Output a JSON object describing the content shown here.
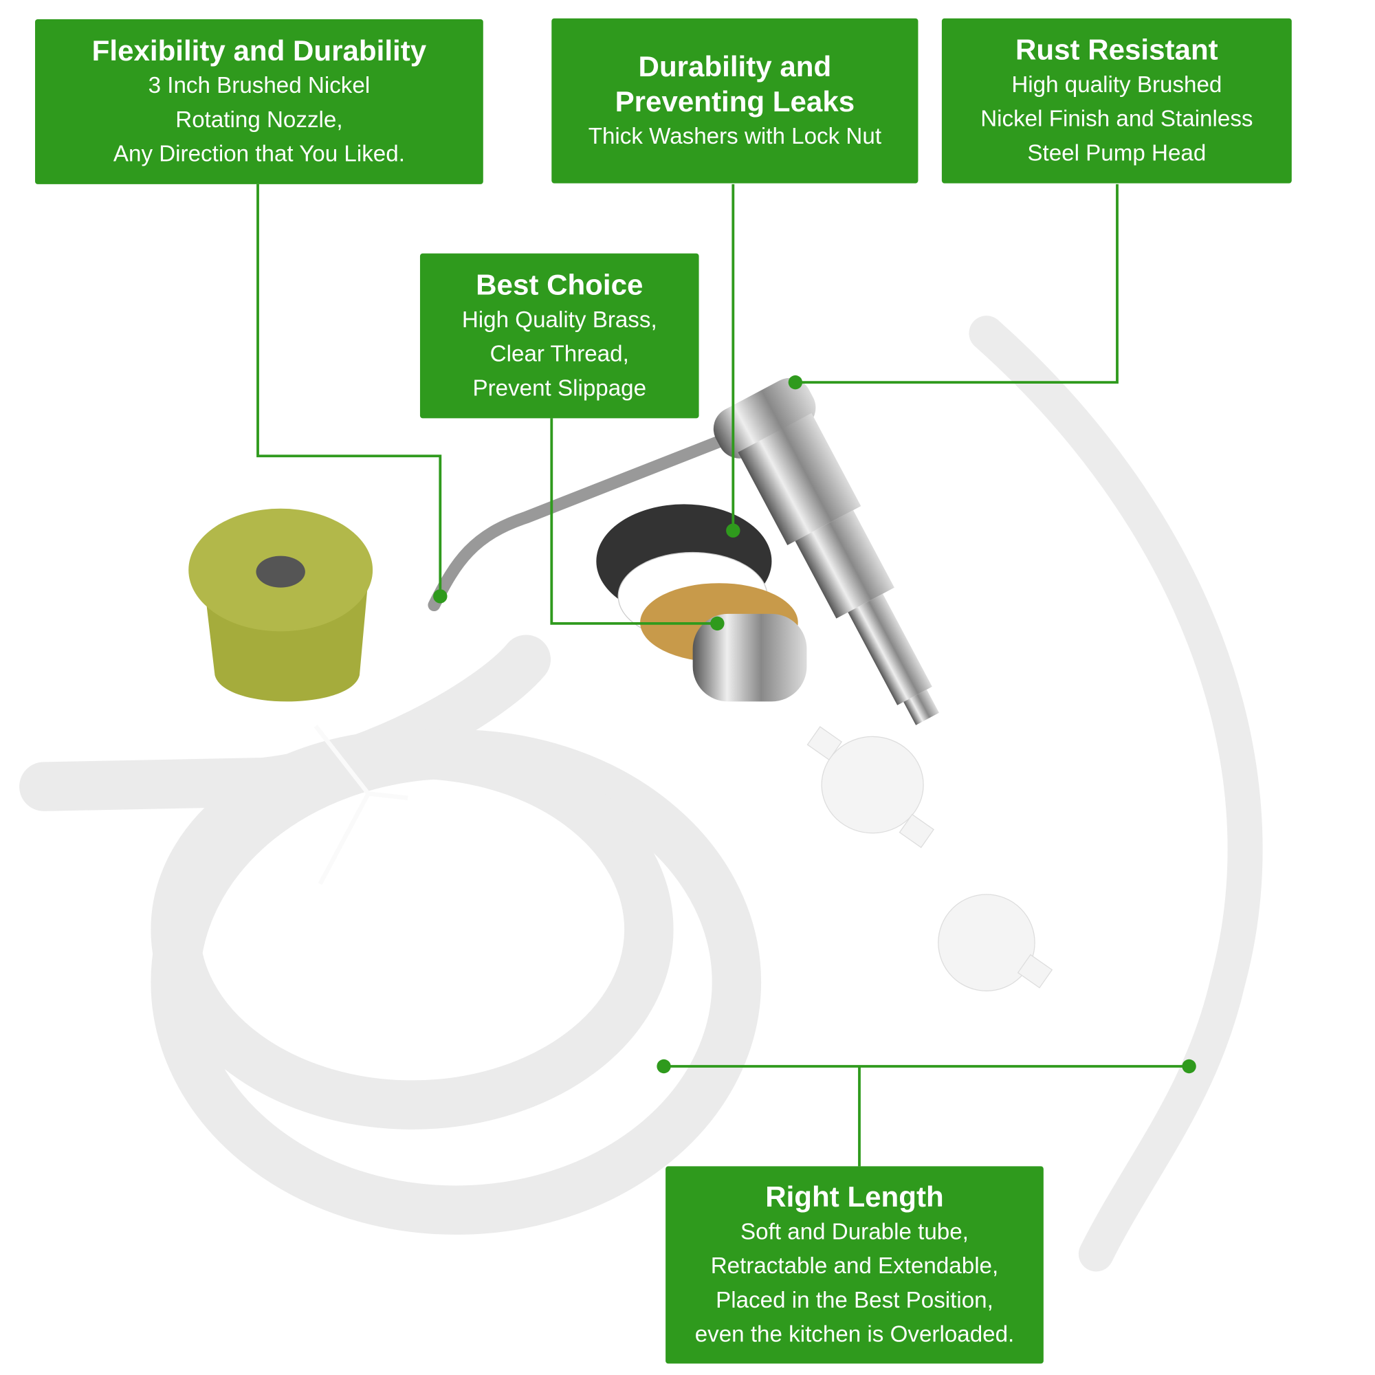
{
  "accent_color": "#2f9a1d",
  "callouts": {
    "flexibility": {
      "title": "Flexibility and Durability",
      "lines": [
        "3 Inch Brushed Nickel",
        "Rotating Nozzle,",
        "Any Direction that You Liked."
      ]
    },
    "leaks": {
      "title_lines": [
        "Durability and",
        "Preventing Leaks"
      ],
      "lines": [
        "Thick Washers with Lock Nut"
      ]
    },
    "rust": {
      "title": "Rust Resistant",
      "lines": [
        "High quality Brushed",
        "Nickel Finish and Stainless",
        "Steel Pump Head"
      ]
    },
    "best": {
      "title": "Best Choice",
      "lines": [
        "High Quality Brass,",
        "Clear Thread,",
        "Prevent Slippage"
      ]
    },
    "length": {
      "title": "Right Length",
      "lines": [
        "Soft and Durable tube,",
        "Retractable and Extendable,",
        "Placed in the Best Position,",
        "even the kitchen is Overloaded."
      ]
    }
  }
}
